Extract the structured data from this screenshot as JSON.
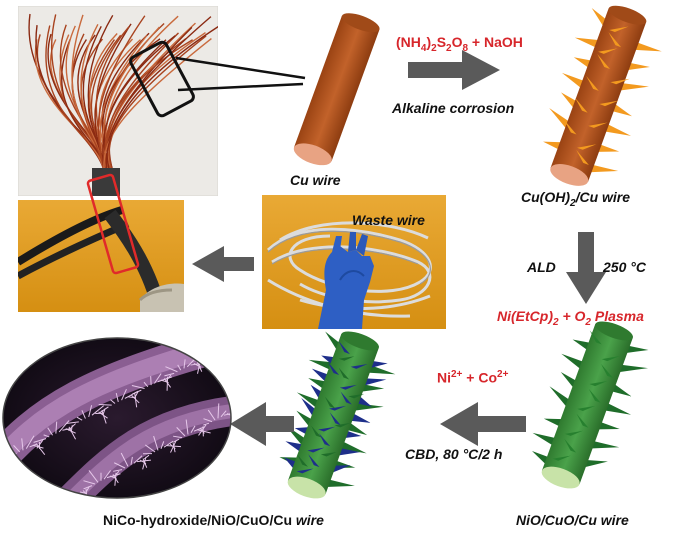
{
  "labels": {
    "cu_wire": "Cu wire",
    "step1_reagent_a": "(NH",
    "step1_reagent_sub1": "4",
    "step1_reagent_b": ")",
    "step1_reagent_sub2": "2",
    "step1_reagent_c": "S",
    "step1_reagent_sub3": "2",
    "step1_reagent_d": "O",
    "step1_reagent_sub4": "8",
    "step1_reagent_e": " + NaOH",
    "step1_process": "Alkaline corrosion",
    "cuoh_a": "Cu(OH)",
    "cuoh_sub": "2",
    "cuoh_b": "/Cu wire",
    "ald": "ALD",
    "ald_temp": "250 °C",
    "ald_precursor_a": "Ni(EtCp)",
    "ald_precursor_sub1": "2",
    "ald_precursor_b": " + O",
    "ald_precursor_sub2": "2",
    "ald_precursor_c": " Plasma",
    "nio_wire": "NiO/CuO/Cu wire",
    "ions_a": "Ni",
    "ions_sup1": "2+",
    "ions_b": " + Co",
    "ions_sup2": "2+",
    "cbd": "CBD, 80 °C/2 h",
    "final_a": "NiCo-hydroxide/NiO/CuO/Cu ",
    "final_b": "wire",
    "waste_wire": "Waste wire"
  },
  "colors": {
    "copper": "#b5551d",
    "copper_end": "#e8a383",
    "spike_orange": "#f39a1f",
    "nio_green": "#3d8b3d",
    "nio_end": "#c8e3a8",
    "arrow_gray": "#5a5a5a",
    "accent_red": "#d7262b",
    "sem_purple": "#b080b8",
    "orange_bg": "#e6a21f"
  }
}
